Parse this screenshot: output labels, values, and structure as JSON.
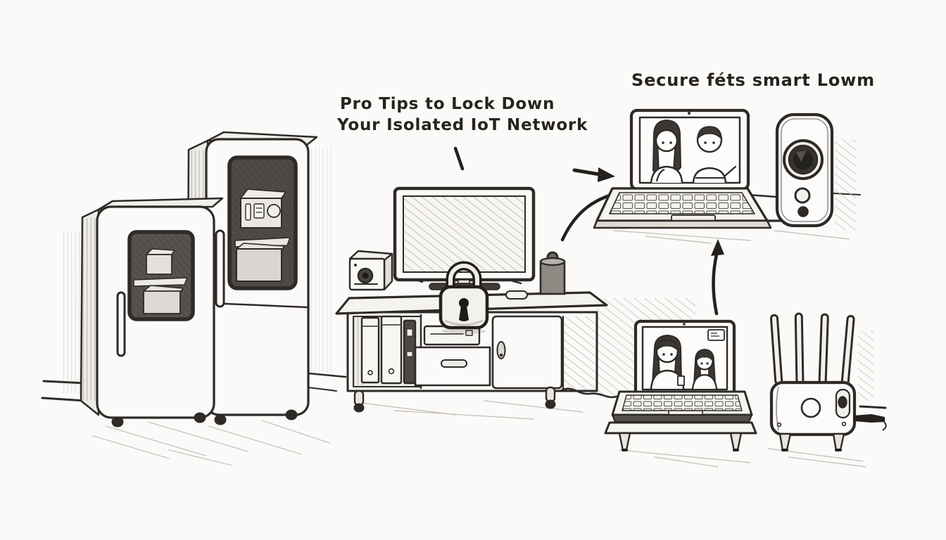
{
  "captions": {
    "main_line1": "Pro Tips to Lock Down",
    "main_line2": "Your Isolated IoT Network",
    "secondary": "Secure féts smart Lowm"
  },
  "colors": {
    "paper": "#fbfaf8",
    "ink": "#2d2a28",
    "shade": "#b8b4ae",
    "dark_interior": "#55514c"
  },
  "objects": {
    "left_group": [
      "refrigerator-small",
      "refrigerator-tall"
    ],
    "center_group": [
      "tv",
      "tv-stand",
      "padlock",
      "camera-cube",
      "smart-speaker",
      "remote",
      "binders",
      "media-player",
      "drawer",
      "cabinet-door"
    ],
    "right_group": [
      "laptop-top",
      "smart-camera",
      "laptop-bottom",
      "laptop-stand",
      "router",
      "power-plug"
    ],
    "connectors": [
      "arrow-to-laptop",
      "curve-connector",
      "arrow-up",
      "caption-tick",
      "cable-stand-to-laptop",
      "cable-laptop-to-camera"
    ]
  }
}
